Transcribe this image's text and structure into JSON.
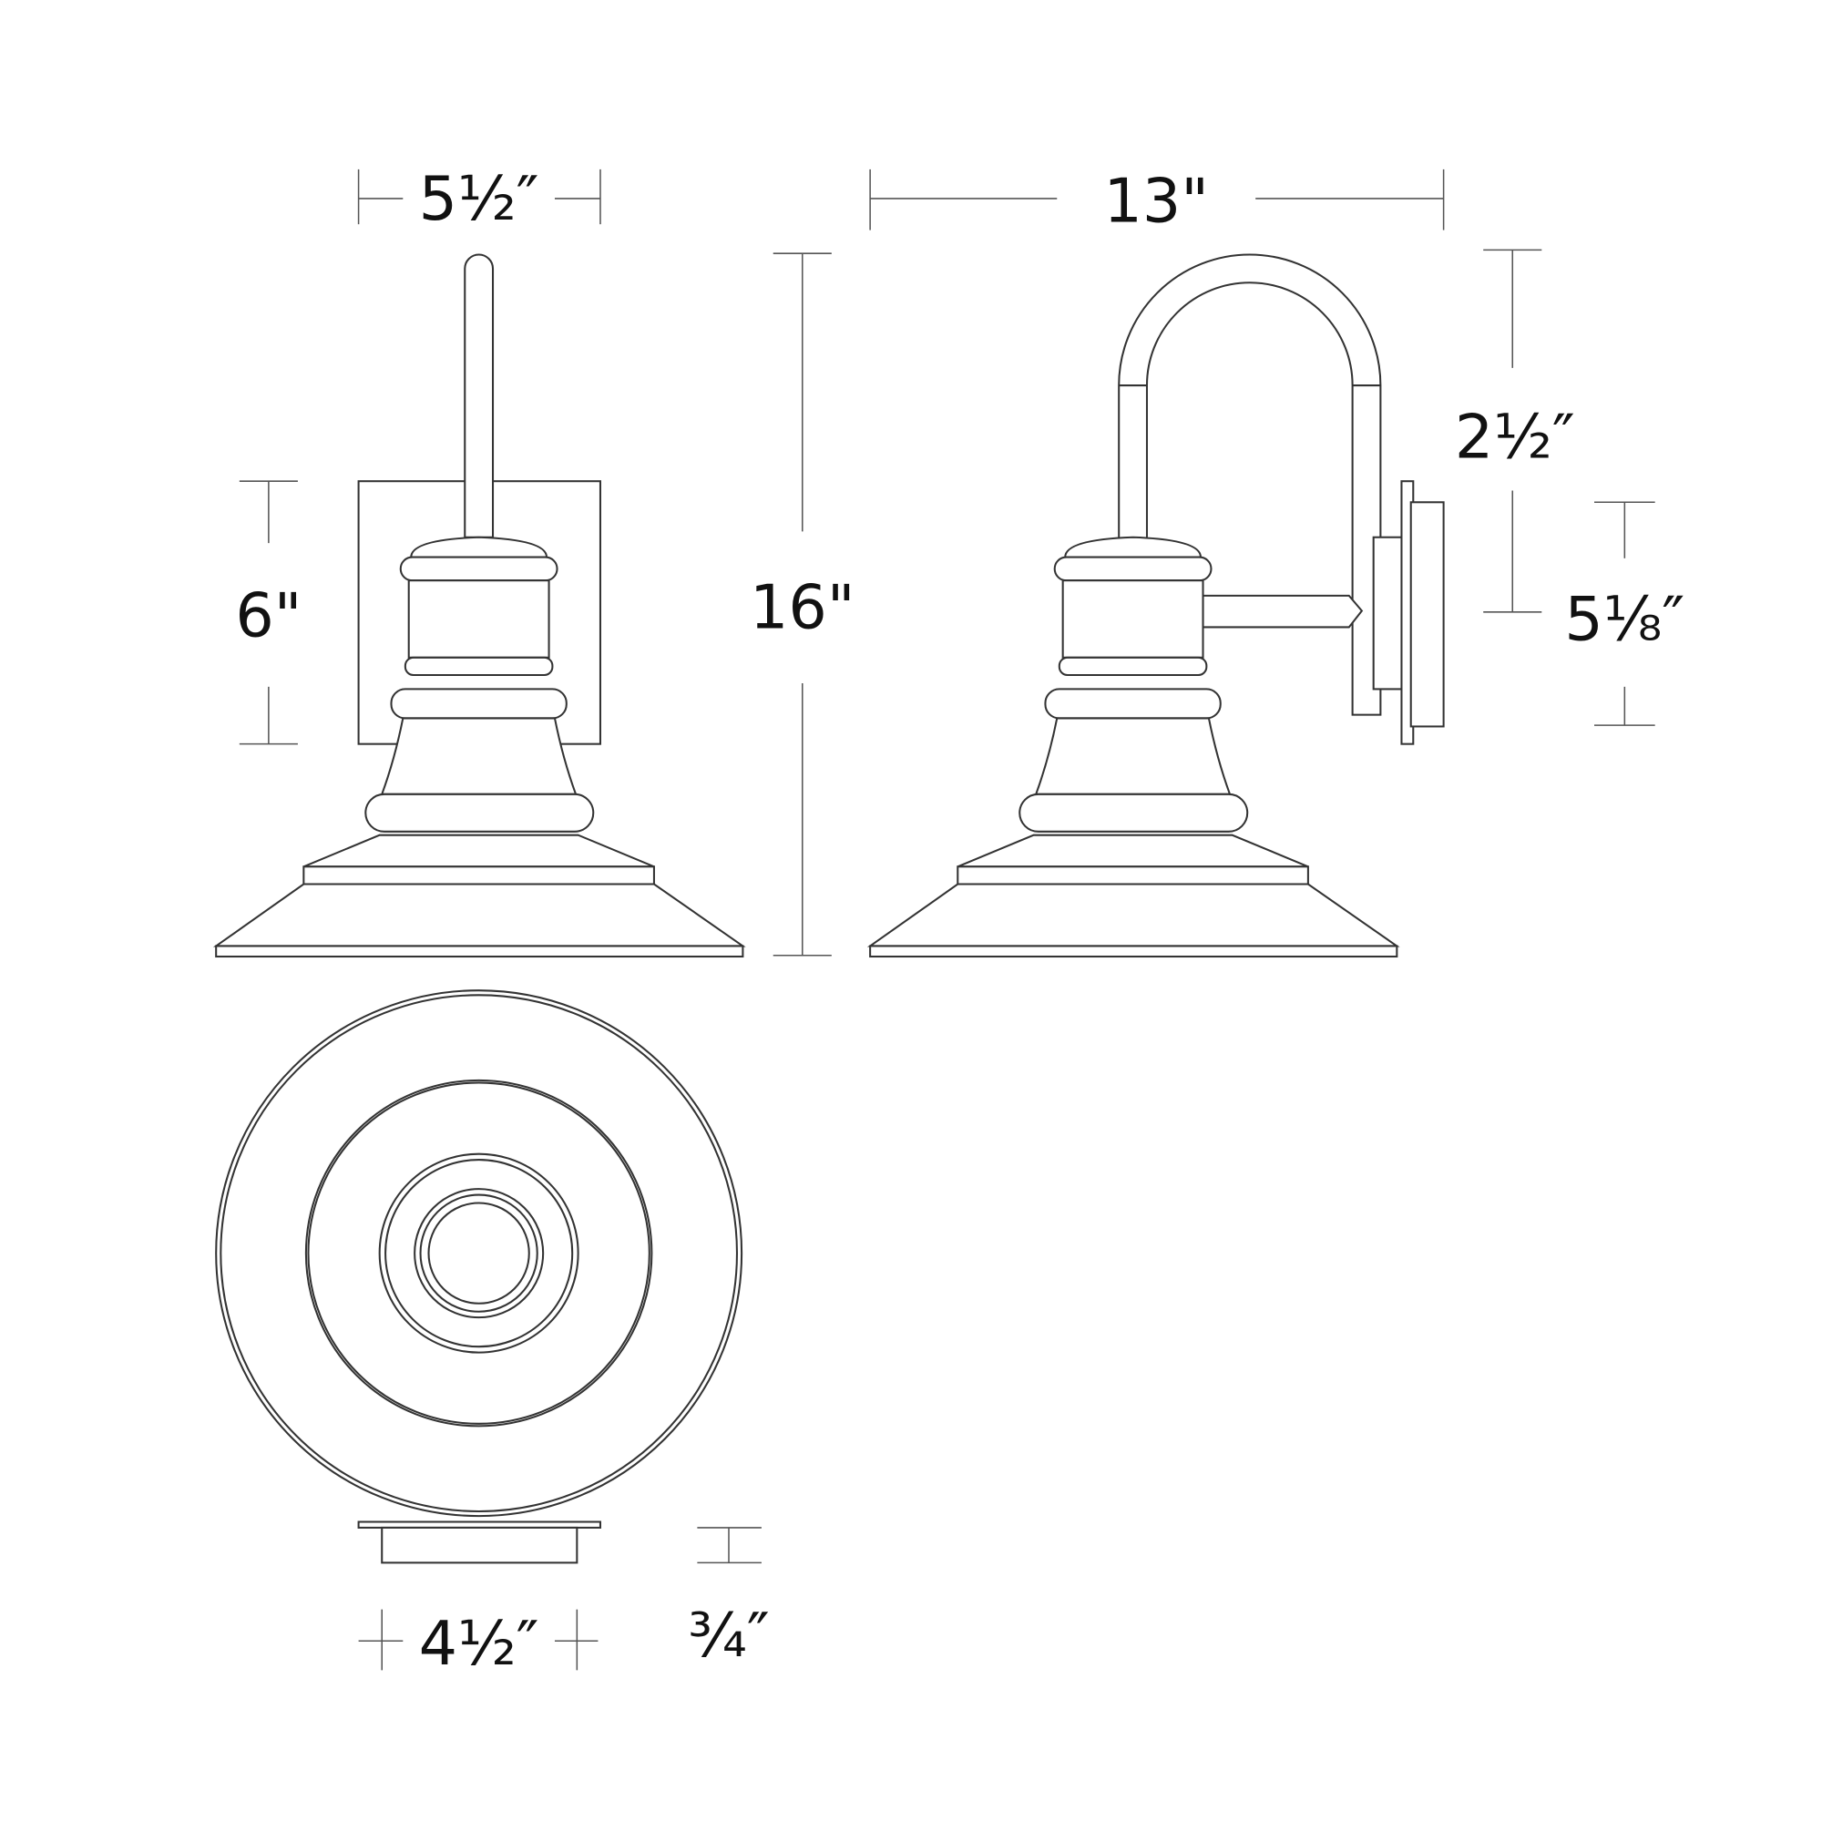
{
  "dimensions": {
    "front_width": "5½″",
    "overall_depth": "13\"",
    "overall_height": "16\"",
    "backplate_height": "6\"",
    "arm_offset": "2½″",
    "canopy_height": "5⅛″",
    "canopy_width": "4½″",
    "canopy_depth": "¾″"
  },
  "colors": {
    "line": "#333333",
    "background": "#ffffff"
  }
}
